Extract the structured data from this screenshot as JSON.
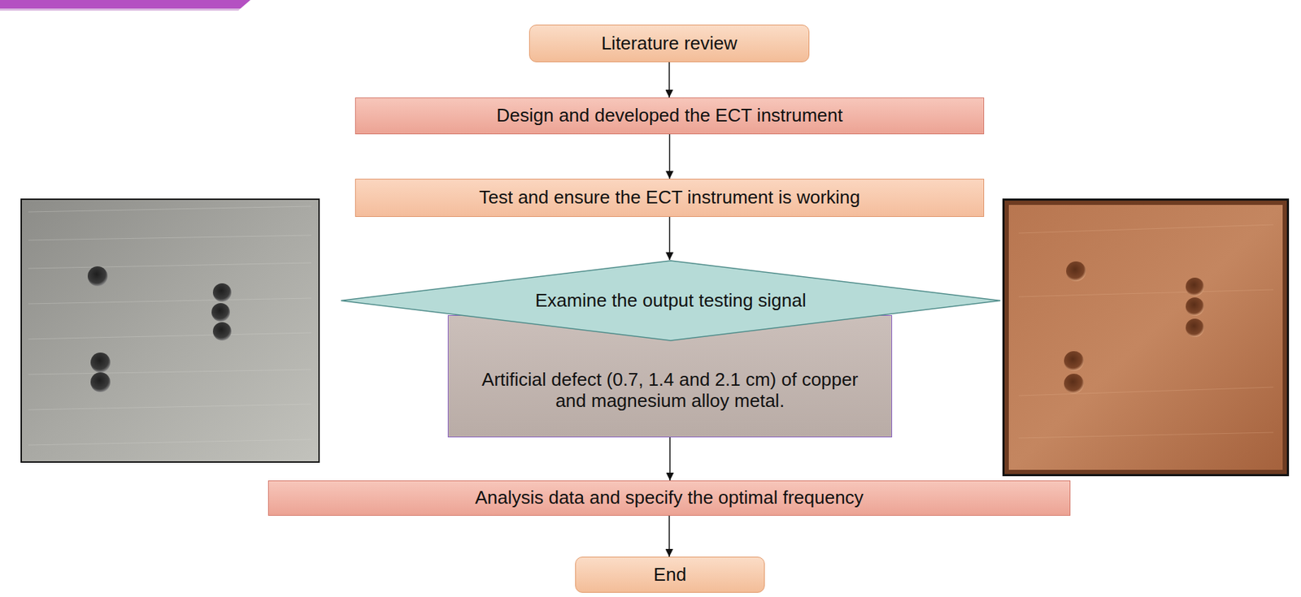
{
  "diagram": {
    "nodes": [
      {
        "text": [
          "Literature review"
        ]
      },
      {
        "text": [
          "Design and developed the ECT instrument"
        ]
      },
      {
        "text": [
          "Test and ensure the ECT instrument is working"
        ]
      },
      {
        "text": [
          "Examine the output testing signal"
        ]
      },
      {
        "text": [
          "Artificial defect (0.7, 1.4 and 2.1 cm) of copper and magnesium alloy metal."
        ]
      },
      {
        "text": [
          "Analysis data and specify the optimal frequency"
        ]
      },
      {
        "text": [
          "End"
        ]
      }
    ],
    "edges": [
      {
        "from": 0,
        "to": 1,
        "arrow": "to"
      },
      {
        "from": 1,
        "to": 2,
        "arrow": "to"
      },
      {
        "from": 2,
        "to": 3,
        "arrow": "to"
      },
      {
        "from": 4,
        "to": 5,
        "arrow": "to"
      },
      {
        "from": 5,
        "to": 6,
        "arrow": "to"
      }
    ]
  }
}
